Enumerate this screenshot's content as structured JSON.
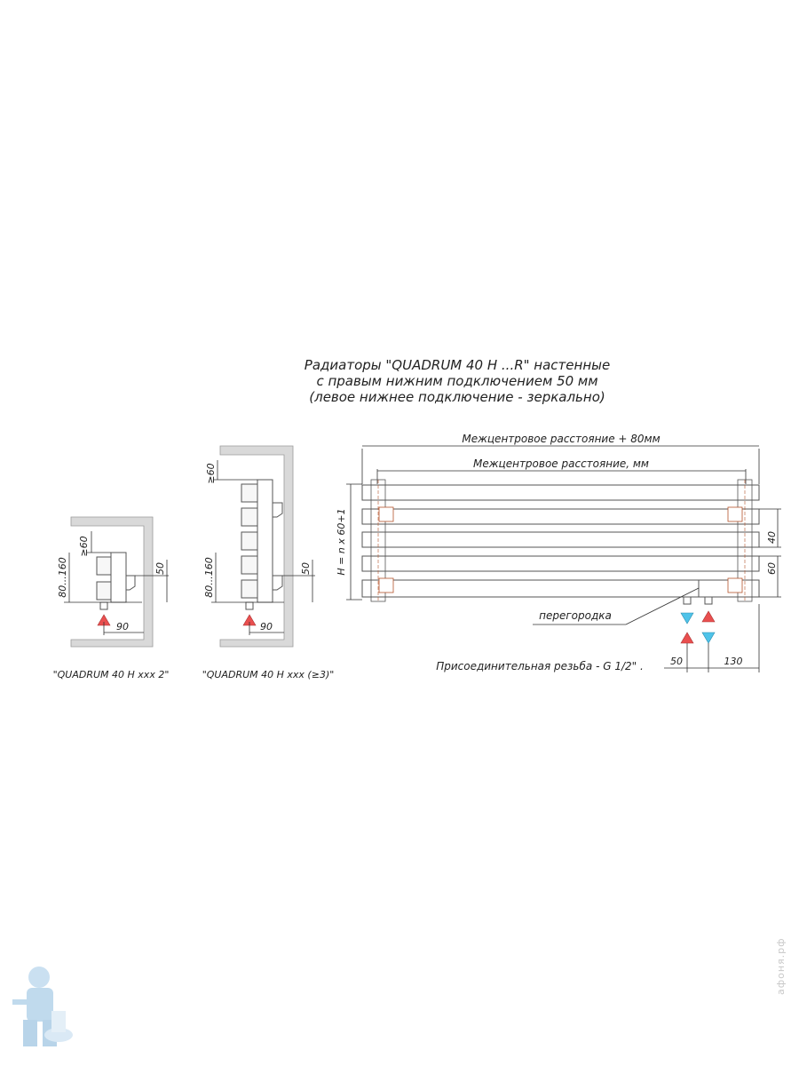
{
  "title": {
    "line1": "Радиаторы \"QUADRUM 40 H ...R\" настенные",
    "line2": "с правым нижним  подключением 50 мм",
    "line3": "(левое нижнее подключение - зеркально)"
  },
  "side_view_2": {
    "caption": "\"QUADRUM 40 H xxx 2\"",
    "dim_top": "≥60",
    "dim_left": "80...160",
    "dim_right": "50",
    "dim_bottom": "90"
  },
  "side_view_3": {
    "caption": "\"QUADRUM 40 H xxx (≥3)\"",
    "dim_top": "≥60",
    "dim_left": "80...160",
    "dim_right": "50",
    "dim_bottom": "90"
  },
  "front_view": {
    "dim_overall": "Межцентровое расстояние + 80мм",
    "dim_center": "Межцентровое расстояние, мм",
    "dim_height": "H = n x 60+1",
    "dim_40": "40",
    "dim_60": "60",
    "dim_50": "50",
    "dim_130": "130",
    "partition_label": "перегородка",
    "thread_note": "Присоединительная резьба - G 1/2\" ."
  },
  "colors": {
    "supply_arrow": "#e94f4f",
    "return_arrow": "#4fc3e9",
    "wall": "#d9d9d9",
    "bracket": "#b5532a"
  },
  "watermark": "афоня.рф"
}
